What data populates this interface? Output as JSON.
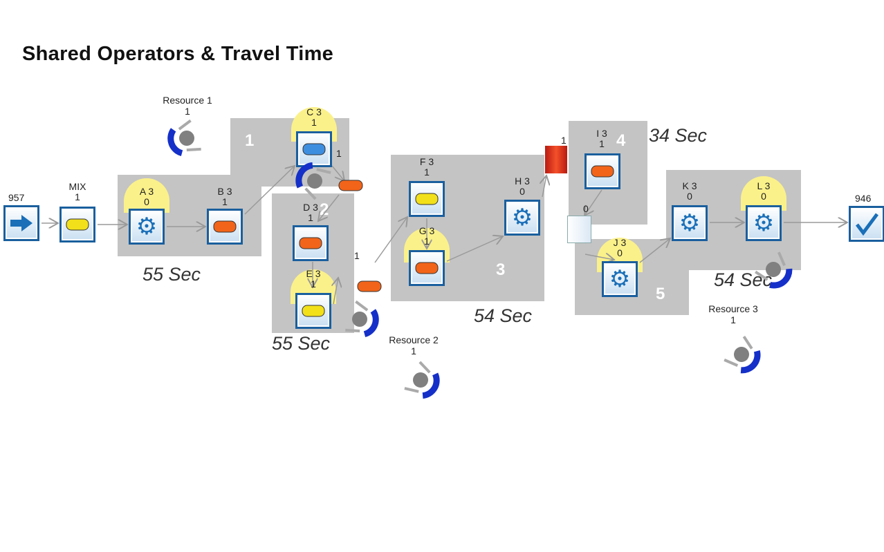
{
  "title": "Shared Operators & Travel Time",
  "source": {
    "count": "957"
  },
  "sink": {
    "count": "946"
  },
  "mix": {
    "name": "MIX",
    "value": "1"
  },
  "stations": {
    "A": {
      "name": "A 3",
      "value": "0"
    },
    "B": {
      "name": "B 3",
      "value": "1"
    },
    "C": {
      "name": "C 3",
      "value": "1"
    },
    "D": {
      "name": "D 3",
      "value": "1"
    },
    "E": {
      "name": "E 3",
      "value": "1"
    },
    "F": {
      "name": "F 3",
      "value": "1"
    },
    "G": {
      "name": "G 3",
      "value": "1"
    },
    "H": {
      "name": "H 3",
      "value": "0"
    },
    "I": {
      "name": "I 3",
      "value": "1"
    },
    "J": {
      "name": "J 3",
      "value": "0"
    },
    "K": {
      "name": "K 3",
      "value": "0"
    },
    "L": {
      "name": "L 3",
      "value": "0"
    }
  },
  "zones": {
    "z1": "1",
    "z2": "2",
    "z3": "3",
    "z4": "4",
    "z5": "5"
  },
  "times": {
    "t1": "55 Sec",
    "t2": "55 Sec",
    "t3": "54 Sec",
    "t4": "34 Sec",
    "t5": "54 Sec"
  },
  "resources": [
    {
      "name": "Resource 1",
      "value": "1"
    },
    {
      "name": "Resource 2",
      "value": "1"
    },
    {
      "name": "Resource 3",
      "value": "1"
    }
  ],
  "buffers": {
    "red": "1",
    "white": "0"
  },
  "transit": {
    "c_out": "1",
    "e_out": "1"
  },
  "colors": {
    "node_border": "#1a5f9e",
    "zone": "#c4c4c4",
    "busy": "#fbf18a"
  }
}
